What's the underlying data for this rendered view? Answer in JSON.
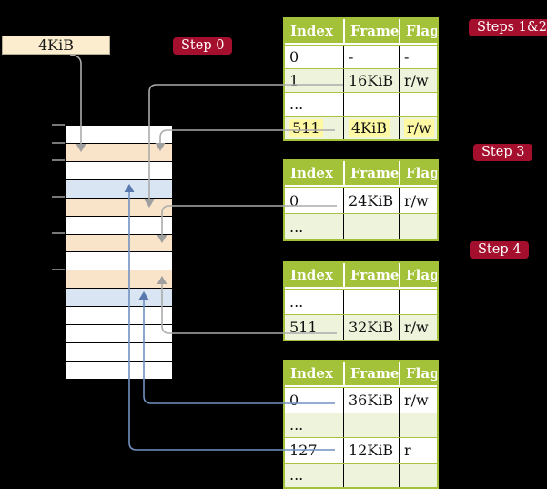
{
  "colors": {
    "background": "#000000",
    "table_header": "#A3C139",
    "table_row_shaded": "#EEF3DC",
    "highlight_yellow": "#FEF9A2",
    "badge_red": "#A50F2E",
    "frame_peach": "#FAE4C9",
    "frame_blue": "#D9E5F3",
    "legend_box_fill": "#FBEDCE",
    "connector_gray": "#ABABAB",
    "connector_blue": "#7191C1"
  },
  "legend_box": {
    "label": "4KiB"
  },
  "badges": {
    "step0": "Step 0",
    "steps12": "Steps 1&2",
    "step3": "Step 3",
    "step4": "Step 4"
  },
  "memory_stack": {
    "rows": [
      "white",
      "peach",
      "white",
      "blue",
      "peach",
      "white",
      "peach",
      "white",
      "peach",
      "blue",
      "white",
      "white",
      "white",
      "white"
    ]
  },
  "tables": [
    {
      "headers": [
        "Index",
        "Frame",
        "Flags"
      ],
      "rows": [
        {
          "cells": [
            "0",
            "-",
            "-"
          ],
          "shaded": false,
          "highlighted": false
        },
        {
          "cells": [
            "1",
            "16KiB",
            "r/w"
          ],
          "shaded": true,
          "highlighted": false
        },
        {
          "cells": [
            "...",
            "",
            ""
          ],
          "shaded": false,
          "highlighted": false
        },
        {
          "cells": [
            "511",
            "4KiB",
            "r/w"
          ],
          "shaded": true,
          "highlighted": true
        }
      ]
    },
    {
      "headers": [
        "Index",
        "Frame",
        "Flags"
      ],
      "rows": [
        {
          "cells": [
            "0",
            "24KiB",
            "r/w"
          ],
          "shaded": false,
          "highlighted": false
        },
        {
          "cells": [
            "...",
            "",
            ""
          ],
          "shaded": true,
          "highlighted": false
        }
      ]
    },
    {
      "headers": [
        "Index",
        "Frame",
        "Flags"
      ],
      "rows": [
        {
          "cells": [
            "...",
            "",
            ""
          ],
          "shaded": false,
          "highlighted": false
        },
        {
          "cells": [
            "511",
            "32KiB",
            "r/w"
          ],
          "shaded": true,
          "highlighted": false
        }
      ]
    },
    {
      "headers": [
        "Index",
        "Frame",
        "Flags"
      ],
      "rows": [
        {
          "cells": [
            "0",
            "36KiB",
            "r/w"
          ],
          "shaded": false,
          "highlighted": false
        },
        {
          "cells": [
            "...",
            "",
            ""
          ],
          "shaded": true,
          "highlighted": false
        },
        {
          "cells": [
            "127",
            "12KiB",
            "r"
          ],
          "shaded": false,
          "highlighted": false
        },
        {
          "cells": [
            "...",
            "",
            ""
          ],
          "shaded": true,
          "highlighted": false
        }
      ]
    }
  ]
}
